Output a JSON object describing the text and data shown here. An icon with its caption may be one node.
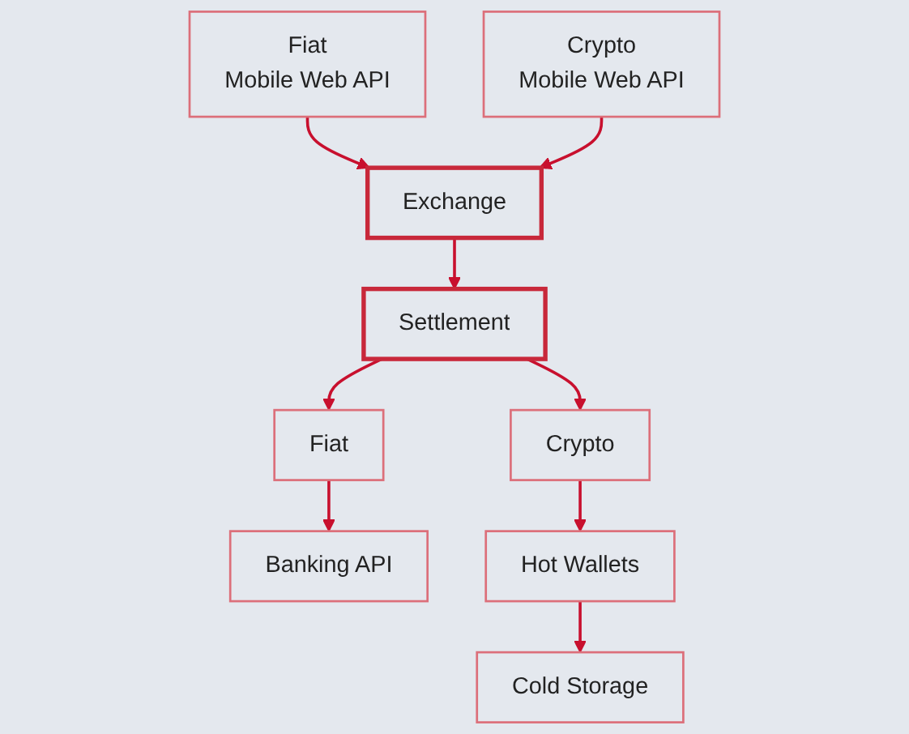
{
  "diagram": {
    "nodes": [
      {
        "text": [
          "Fiat",
          "Mobile Web API"
        ]
      },
      {
        "text": [
          "Exchange"
        ]
      },
      {
        "text": [
          "Crypto",
          "Mobile Web API"
        ]
      },
      {
        "text": [
          "Fiat"
        ]
      },
      {
        "text": [
          "Settlement"
        ]
      },
      {
        "text": [
          "Crypto"
        ]
      },
      {
        "text": [
          "Banking API"
        ]
      },
      {
        "text": [
          "Hot Wallets"
        ]
      },
      {
        "text": [
          "Cold Storage"
        ]
      }
    ],
    "edges": [
      {
        "from": 0,
        "to": 1,
        "arrow": "to"
      },
      {
        "from": 2,
        "to": 1,
        "arrow": "to"
      },
      {
        "from": 1,
        "to": 4,
        "arrow": "to"
      },
      {
        "from": 4,
        "to": 3,
        "arrow": "to"
      },
      {
        "from": 4,
        "to": 5,
        "arrow": "to"
      },
      {
        "from": 3,
        "to": 6,
        "arrow": "to"
      },
      {
        "from": 5,
        "to": 7,
        "arrow": "to"
      },
      {
        "from": 7,
        "to": 8,
        "arrow": "to"
      }
    ]
  }
}
